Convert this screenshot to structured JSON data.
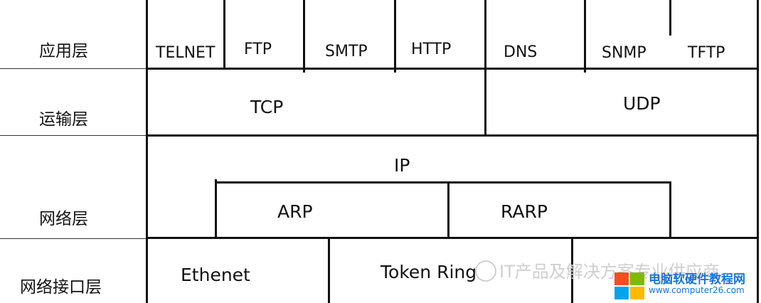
{
  "layers": {
    "application": "应用层",
    "transport": "运输层",
    "network": "网络层",
    "link": "网络接口层"
  },
  "application_protocols": [
    "TELNET",
    "FTP",
    "SMTP",
    "HTTP",
    "DNS",
    "SNMP",
    "TFTP"
  ],
  "transport_protocols": [
    "TCP",
    "UDP"
  ],
  "network_protocols": {
    "ip": "IP",
    "arp": "ARP",
    "rarp": "RARP"
  },
  "link_protocols": [
    "Ethenet",
    "Token Ring"
  ],
  "watermark": {
    "text": "IT产品及解决方案专业供应商",
    "site": "电脑软硬件教程网",
    "url": "www.computer26.com",
    "colors": {
      "red": "#f25022",
      "green": "#7fba00",
      "blue": "#00a4ef",
      "yellow": "#ffb900"
    }
  }
}
